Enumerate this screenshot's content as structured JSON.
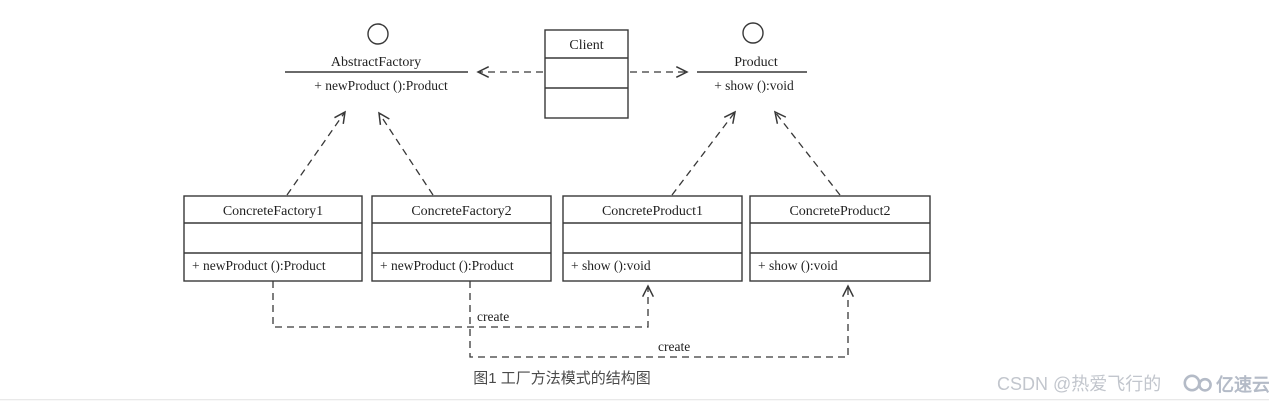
{
  "figure": {
    "caption": "图1 工厂方法模式的结构图"
  },
  "uml": {
    "interfaces": [
      {
        "name": "AbstractFactory",
        "method": "+ newProduct ():Product"
      },
      {
        "name": "Product",
        "method": "+ show ():void"
      }
    ],
    "client": {
      "name": "Client"
    },
    "classes": [
      {
        "name": "ConcreteFactory1",
        "method": "+ newProduct ():Product"
      },
      {
        "name": "ConcreteFactory2",
        "method": "+ newProduct ():Product"
      },
      {
        "name": "ConcreteProduct1",
        "method": "+ show ():void"
      },
      {
        "name": "ConcreteProduct2",
        "method": "+ show ():void"
      }
    ],
    "realizations": [
      {
        "from": "ConcreteFactory1",
        "to": "AbstractFactory"
      },
      {
        "from": "ConcreteFactory2",
        "to": "AbstractFactory"
      },
      {
        "from": "ConcreteProduct1",
        "to": "Product"
      },
      {
        "from": "ConcreteProduct2",
        "to": "Product"
      }
    ],
    "associations": [
      {
        "from": "Client",
        "to": "AbstractFactory"
      },
      {
        "from": "Client",
        "to": "Product"
      }
    ],
    "dependencies": [
      {
        "from": "ConcreteFactory1",
        "to": "ConcreteProduct1",
        "label": "create"
      },
      {
        "from": "ConcreteFactory2",
        "to": "ConcreteProduct2",
        "label": "create"
      }
    ]
  },
  "watermark": {
    "csdn": "CSDN @热爱飞行的",
    "brand": "亿速云"
  },
  "colors": {
    "line": "#383838",
    "text": "#1f1f1f",
    "caption": "#4a4a4a",
    "watermark_text": "#c2c6cd",
    "watermark_brand": "#b4bbc7",
    "bottom_border": "#e9e9e9",
    "background": "#ffffff"
  }
}
